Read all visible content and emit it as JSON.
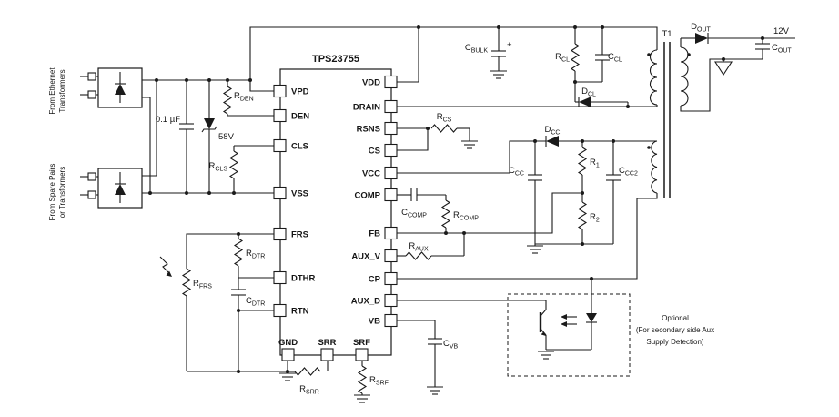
{
  "ic": {
    "title": "TPS23755",
    "left_pins": [
      {
        "label": "VPD"
      },
      {
        "label": "DEN"
      },
      {
        "label": "CLS"
      },
      {
        "label": "VSS"
      },
      {
        "label": "FRS"
      },
      {
        "label": "DTHR"
      },
      {
        "label": "RTN"
      }
    ],
    "bottom_pins": [
      {
        "label": "GND"
      },
      {
        "label": "SRR"
      },
      {
        "label": "SRF"
      }
    ],
    "right_pins": [
      {
        "label": "VDD"
      },
      {
        "label": "DRAIN"
      },
      {
        "label": "RSNS"
      },
      {
        "label": "CS"
      },
      {
        "label": "VCC"
      },
      {
        "label": "COMP"
      },
      {
        "label": "FB"
      },
      {
        "label": "AUX_V"
      },
      {
        "label": "CP"
      },
      {
        "label": "AUX_D"
      },
      {
        "label": "VB"
      }
    ]
  },
  "sources": {
    "ethernet_line1": "From Ethernet",
    "ethernet_line2": "Transformers",
    "spare_line1": "From Spare Pairs",
    "spare_line2": "or Transformers"
  },
  "components": {
    "r_den": {
      "main": "R",
      "sub": "DEN"
    },
    "c_in": {
      "label": "0.1 µF"
    },
    "d_zener": {
      "label": "58V"
    },
    "r_cls": {
      "main": "R",
      "sub": "CLS"
    },
    "r_dtr": {
      "main": "R",
      "sub": "DTR"
    },
    "c_dtr": {
      "main": "C",
      "sub": "DTR"
    },
    "r_frs": {
      "main": "R",
      "sub": "FRS"
    },
    "r_srr": {
      "main": "R",
      "sub": "SRR"
    },
    "r_srf": {
      "main": "R",
      "sub": "SRF"
    },
    "c_vb": {
      "main": "C",
      "sub": "VB"
    },
    "c_bulk": {
      "main": "C",
      "sub": "BULK",
      "polarity": "+"
    },
    "r_cl": {
      "main": "R",
      "sub": "CL"
    },
    "c_cl": {
      "main": "C",
      "sub": "CL"
    },
    "d_cl": {
      "main": "D",
      "sub": "CL"
    },
    "t1": {
      "label": "T1"
    },
    "d_out": {
      "main": "D",
      "sub": "OUT"
    },
    "v_out": {
      "label": "12V"
    },
    "c_out": {
      "main": "C",
      "sub": "OUT"
    },
    "r_cs": {
      "main": "R",
      "sub": "CS"
    },
    "d_cc": {
      "main": "D",
      "sub": "CC"
    },
    "c_cc": {
      "main": "C",
      "sub": "CC"
    },
    "r_1": {
      "main": "R",
      "sub": "1"
    },
    "c_cc2": {
      "main": "C",
      "sub": "CC2"
    },
    "r_2": {
      "main": "R",
      "sub": "2"
    },
    "c_comp": {
      "main": "C",
      "sub": "COMP"
    },
    "r_comp": {
      "main": "R",
      "sub": "COMP"
    },
    "r_aux": {
      "main": "R",
      "sub": "AUX"
    }
  },
  "note": {
    "line1": "Optional",
    "line2": "(For secondary side Aux",
    "line3": "Supply Detection)"
  }
}
